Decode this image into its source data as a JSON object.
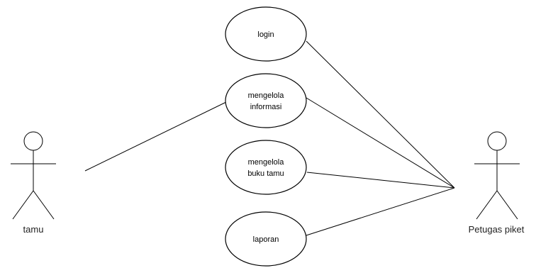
{
  "diagram": {
    "type": "use-case",
    "stroke_color": "#000000",
    "background_color": "#ffffff",
    "actors": [
      {
        "id": "tamu",
        "label": "tamu"
      },
      {
        "id": "petugas",
        "label": "Petugas piket"
      }
    ],
    "use_cases": [
      {
        "id": "login",
        "lines": [
          "login"
        ]
      },
      {
        "id": "mengelola-informasi",
        "lines": [
          "mengelola",
          "informasi"
        ]
      },
      {
        "id": "mengelola-buku-tamu",
        "lines": [
          "mengelola",
          "buku tamu"
        ]
      },
      {
        "id": "laporan",
        "lines": [
          "laporan"
        ]
      }
    ],
    "associations": [
      {
        "from": "tamu",
        "to": "mengelola-informasi"
      },
      {
        "from": "petugas",
        "to": "login"
      },
      {
        "from": "petugas",
        "to": "mengelola-informasi"
      },
      {
        "from": "petugas",
        "to": "mengelola-buku-tamu"
      },
      {
        "from": "petugas",
        "to": "laporan"
      }
    ]
  }
}
